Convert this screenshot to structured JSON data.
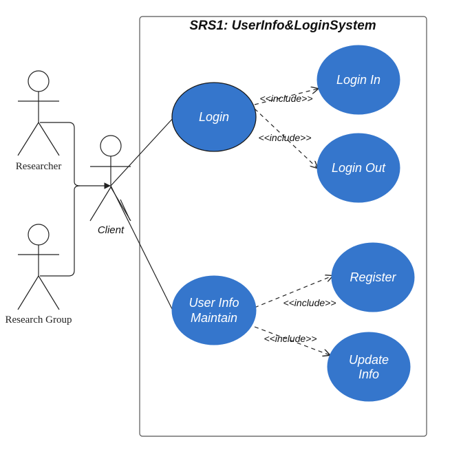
{
  "system": {
    "title": "SRS1: UserInfo&LoginSystem"
  },
  "actors": {
    "researcher": "Researcher",
    "research_group": "Research Group",
    "client": "Client"
  },
  "use_cases": {
    "login": [
      "Login"
    ],
    "login_in": [
      "Login In"
    ],
    "login_out": [
      "Login Out"
    ],
    "user_info_maintain": [
      "User Info",
      "Maintain"
    ],
    "register": [
      "Register"
    ],
    "update_info": [
      "Update",
      "Info"
    ]
  },
  "relations": {
    "include_label": "<<include>>"
  },
  "colors": {
    "use_case_fill": "#3576cc",
    "use_case_stroke": "#1a1a1a",
    "line": "#222222"
  }
}
